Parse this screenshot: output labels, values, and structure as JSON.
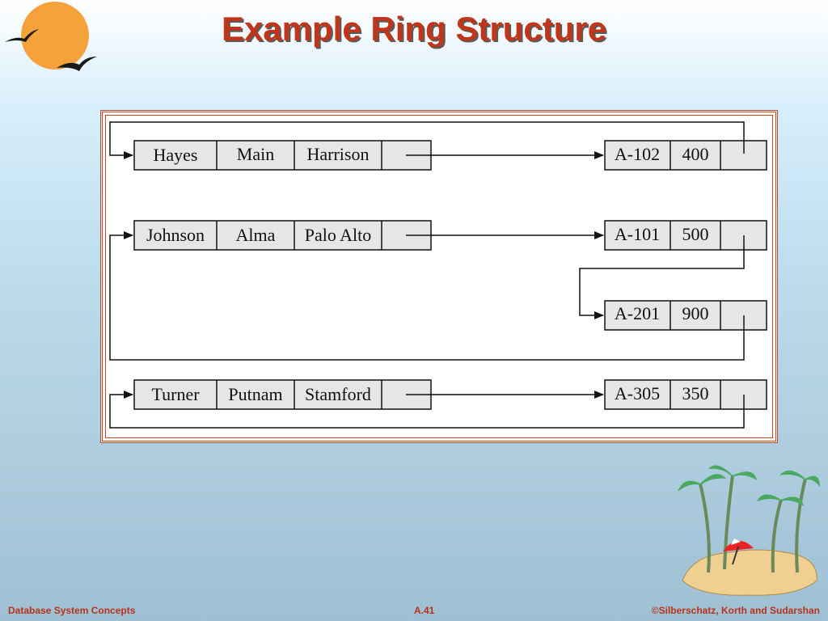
{
  "title": "Example Ring Structure",
  "depositors": [
    {
      "name": "Hayes",
      "street": "Main",
      "city": "Harrison"
    },
    {
      "name": "Johnson",
      "street": "Alma",
      "city": "Palo Alto"
    },
    {
      "name": "Turner",
      "street": "Putnam",
      "city": "Stamford"
    }
  ],
  "accounts": [
    {
      "number": "A-102",
      "balance": "400"
    },
    {
      "number": "A-101",
      "balance": "500"
    },
    {
      "number": "A-201",
      "balance": "900"
    },
    {
      "number": "A-305",
      "balance": "350"
    }
  ],
  "footer": {
    "left": "Database System Concepts",
    "center": "A.41",
    "right": "©Silberschatz, Korth and Sudarshan"
  },
  "colors": {
    "title": "#c0361a",
    "frame_border": "#c9452a",
    "cell_fill": "#e6e6e6",
    "footer_text": "#b8321a"
  }
}
